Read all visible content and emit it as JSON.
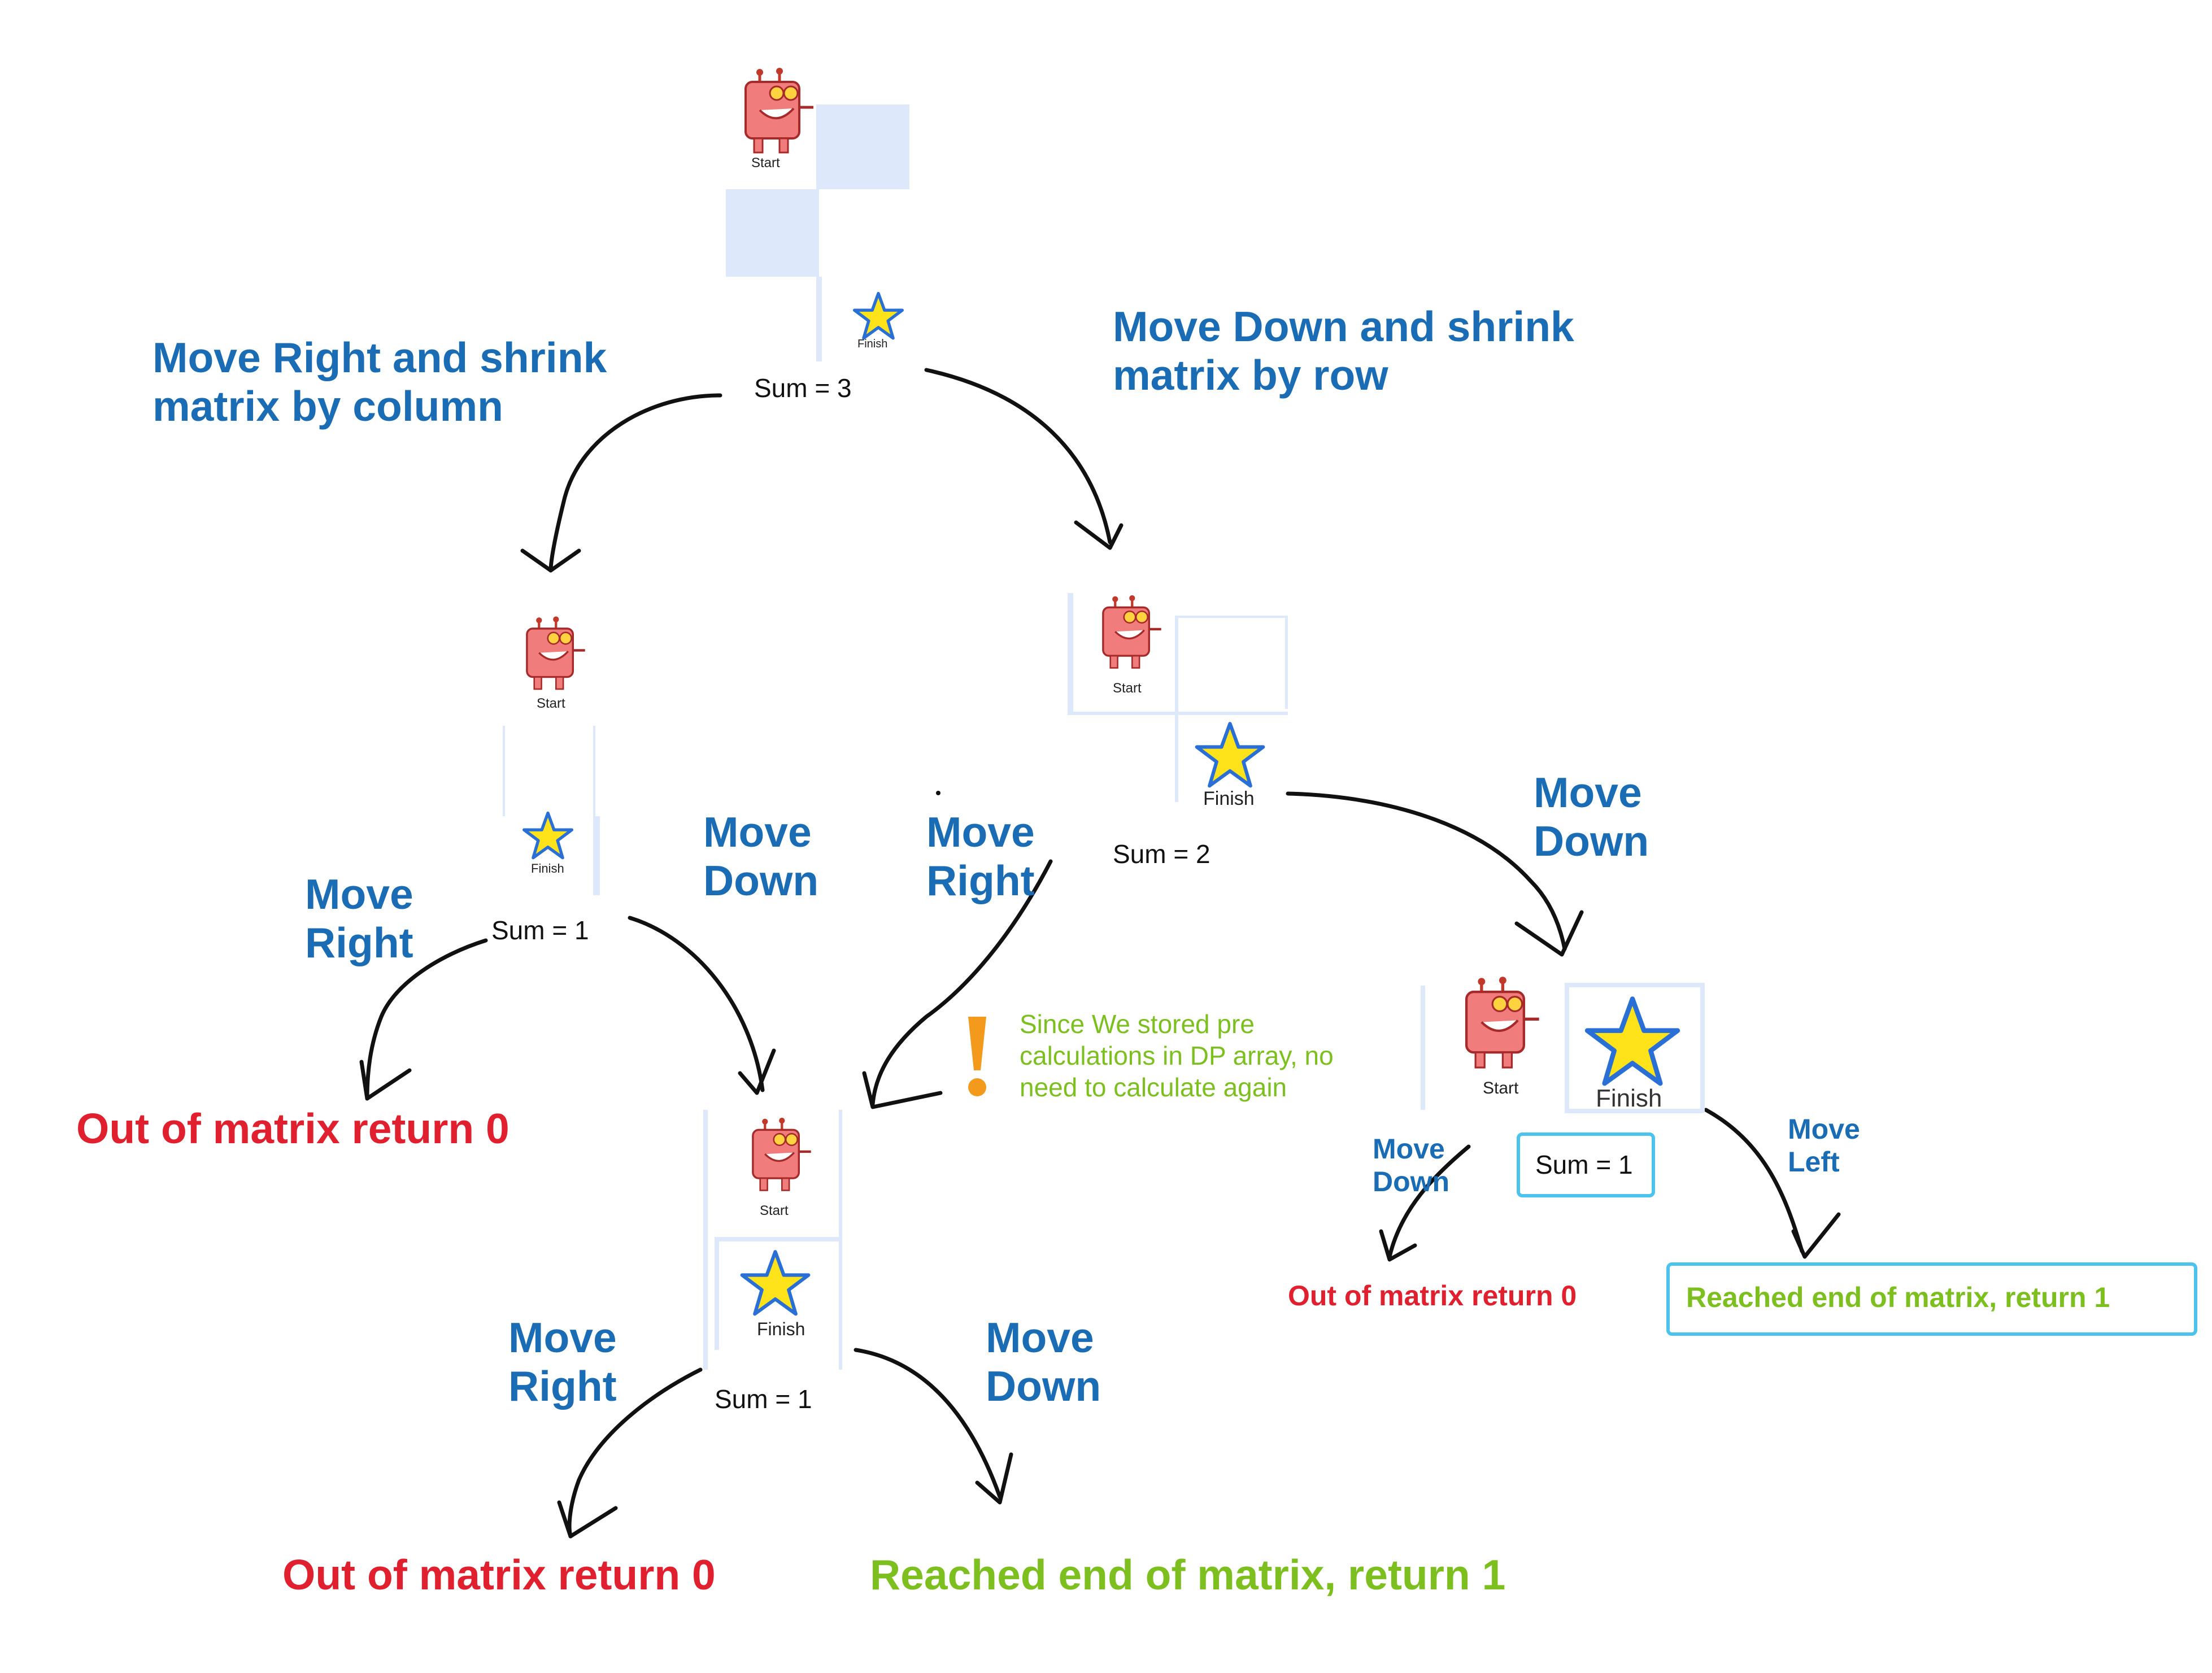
{
  "root": {
    "sum": "Sum = 3",
    "start_label": "Start",
    "finish_label": "Finish",
    "left_edge_label": "Move Right and shrink\nmatrix by column",
    "right_edge_label": "Move Down and shrink\nmatrix by row"
  },
  "left_node": {
    "sum": "Sum = 1",
    "start_label": "Start",
    "finish_label": "Finish",
    "move_right": "Move\nRight",
    "move_down": "Move\nDown",
    "out_text": "Out of matrix return 0"
  },
  "right_node": {
    "sum": "Sum = 2",
    "start_label": "Start",
    "finish_label": "Finish",
    "move_right": "Move\nRight",
    "move_down": "Move\nDown"
  },
  "bottom_node": {
    "sum": "Sum = 1",
    "start_label": "Start",
    "finish_label": "Finish",
    "move_right": "Move\nRight",
    "move_down": "Move\nDown",
    "out_text": "Out of matrix return 0",
    "end_text": "Reached end of matrix, return 1"
  },
  "far_right_node": {
    "sum": "Sum = 1",
    "start_label": "Start",
    "finish_label": "Finish",
    "move_down": "Move\nDown",
    "move_left": "Move\nLeft",
    "out_text": "Out of matrix return 0",
    "end_text": "Reached end of matrix, return 1"
  },
  "note": {
    "text": "Since We stored pre\ncalculations in DP array, no\nneed to calculate again"
  },
  "colors": {
    "label_blue": "#1a6cb5",
    "out_red": "#e0202e",
    "end_green": "#7cbf1f",
    "box_cyan": "#4cc3ec",
    "cell_blue": "#dde8fa",
    "warning_orange": "#f39a1c"
  }
}
